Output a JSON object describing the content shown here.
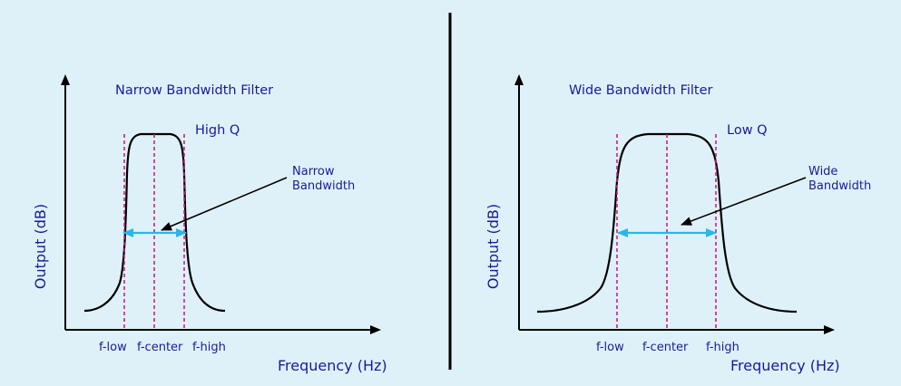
{
  "left_panel": {
    "title": "Narrow Bandwidth Filter",
    "q_label": "High Q",
    "annotation_line1": "Narrow",
    "annotation_line2": "Bandwidth",
    "y_axis_label": "Output (dB)",
    "x_axis_label": "Frequency (Hz)",
    "tick_low": "f-low",
    "tick_center": "f-center",
    "tick_high": "f-high"
  },
  "right_panel": {
    "title": "Wide Bandwidth Filter",
    "q_label": "Low Q",
    "annotation_line1": "Wide",
    "annotation_line2": "Bandwidth",
    "y_axis_label": "Output (dB)",
    "x_axis_label": "Frequency (Hz)",
    "tick_low": "f-low",
    "tick_center": "f-center",
    "tick_high": "f-high"
  },
  "colors": {
    "background": "#dff1f8",
    "text": "#1a1a9a",
    "curve": "#000000",
    "markers": "#cc1f8a",
    "bandwidth_arrow": "#29b6e8"
  }
}
